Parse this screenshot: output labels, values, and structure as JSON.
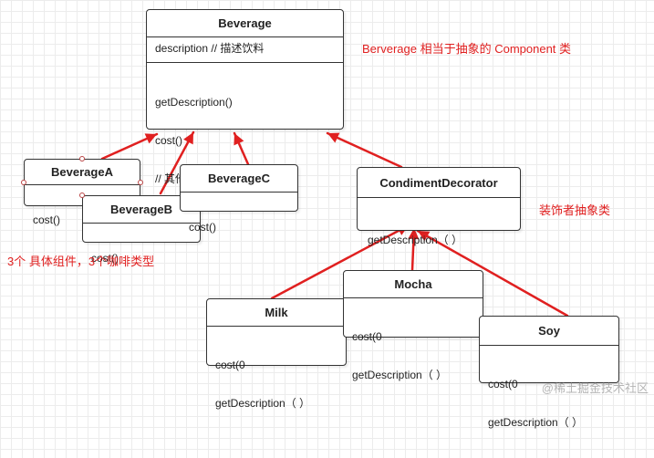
{
  "classes": {
    "beverage": {
      "name": "Beverage",
      "attr": "description // 描述饮料",
      "methods": [
        "getDescription()",
        "cost()",
        "// 其他方法"
      ]
    },
    "beverage_a": {
      "name": "BeverageA",
      "methods": [
        "cost()"
      ]
    },
    "beverage_b": {
      "name": "BeverageB",
      "methods": [
        "cost()"
      ]
    },
    "beverage_c": {
      "name": "BeverageC",
      "methods": [
        "cost()"
      ]
    },
    "condiment_decorator": {
      "name": "CondimentDecorator",
      "methods": [
        "getDescription（ ）"
      ]
    },
    "milk": {
      "name": "Milk",
      "methods": [
        "cost(0",
        "getDescription（ ）"
      ]
    },
    "mocha": {
      "name": "Mocha",
      "methods": [
        "cost(0",
        "getDescription（ ）"
      ]
    },
    "soy": {
      "name": "Soy",
      "methods": [
        "cost(0",
        "getDescription（ ）"
      ]
    }
  },
  "notes": {
    "component": "Berverage 相当于抽象的 Component 类",
    "decorator": "装饰者抽象类",
    "concrete": "3个 具体组件，3个咖啡类型"
  },
  "watermark": "@稀土掘金技术社区",
  "colors": {
    "arrow": "#e02020",
    "note": "#e02020",
    "border": "#333333",
    "grid": "#ececec"
  }
}
